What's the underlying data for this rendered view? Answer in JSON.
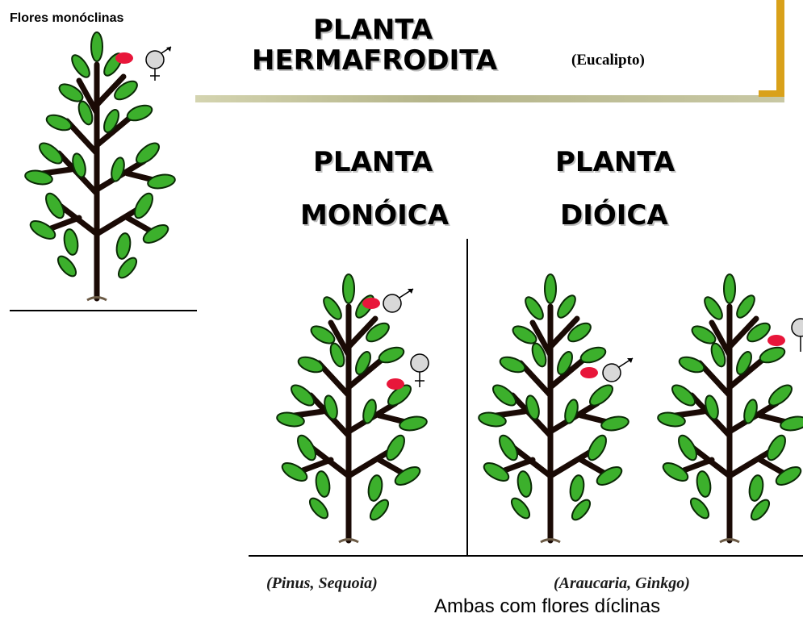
{
  "top_left_label": "Flores monóclinas",
  "hermaphrodite": {
    "line1": "PLANTA",
    "line2": "HERMAFRODITA",
    "example": "(Eucalipto)"
  },
  "monoecious": {
    "line1": "PLANTA",
    "line2": "MONÓICA",
    "example": "(Pinus, Sequoia)"
  },
  "dioecious": {
    "line1": "PLANTA",
    "line2": "DIÓICA",
    "example": "(Araucaria, Ginkgo)"
  },
  "footer": "Ambas com flores díclinas",
  "colors": {
    "leaf": "#3cb02c",
    "leaf_outline": "#0a2a05",
    "trunk": "#1a0a05",
    "flower": "#e8163a",
    "accent_bar": "#b7b78a",
    "corner_bracket": "#d9a11a"
  },
  "icons": [
    "male-symbol-icon",
    "female-symbol-icon",
    "hermaphrodite-symbol-icon"
  ]
}
